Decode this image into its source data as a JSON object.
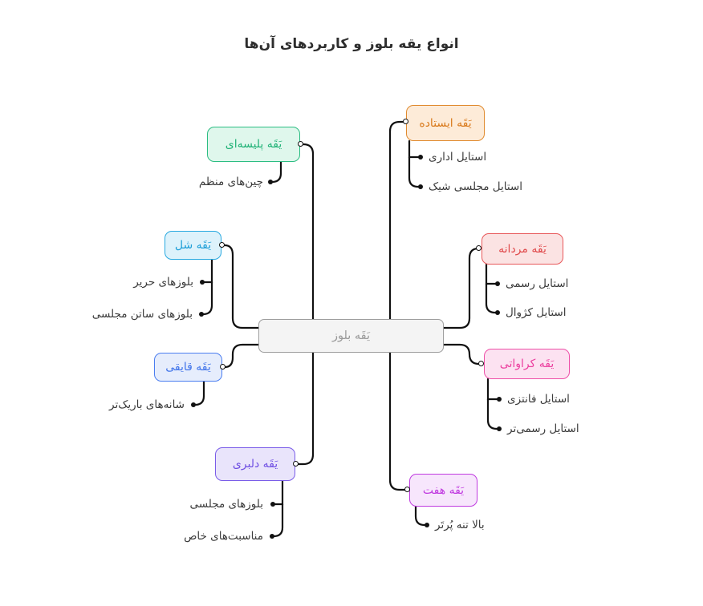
{
  "title": "انواع یقه بلوز و کاربردهای آن‌ها",
  "central": {
    "label": "یَقَه بلوز",
    "fill": "#f4f4f4",
    "stroke": "#9e9e9e",
    "text": "#9a9a9a"
  },
  "branches": [
    {
      "id": "standing-collar",
      "label": "یَقَه ایستاده",
      "fill": "#fdebd8",
      "stroke": "#e08a2e",
      "text": "#d97a1c",
      "side": "right",
      "children": [
        {
          "label": "استایل اداری"
        },
        {
          "label": "استایل مجلسی شیک"
        }
      ]
    },
    {
      "id": "pleated-collar",
      "label": "یَقَه پلیسه‌ای",
      "fill": "#dff7ec",
      "stroke": "#2bbd82",
      "text": "#23b378",
      "side": "left",
      "children": [
        {
          "label": "چین‌های منظم"
        }
      ]
    },
    {
      "id": "loose-collar",
      "label": "یَقَه شل",
      "fill": "#ddf2fb",
      "stroke": "#29a9e0",
      "text": "#1f9fd8",
      "side": "left",
      "children": [
        {
          "label": "بلوزهای حریر"
        },
        {
          "label": "بلوزهای ساتن مجلسی"
        }
      ]
    },
    {
      "id": "boat-collar",
      "label": "یَقَه قایقی",
      "fill": "#e6edfc",
      "stroke": "#4a7df0",
      "text": "#3f73ea",
      "side": "left",
      "children": [
        {
          "label": "شانه‌های باریک‌تر"
        }
      ]
    },
    {
      "id": "sweetheart-collar",
      "label": "یَقَه دلبری",
      "fill": "#e9e4fb",
      "stroke": "#7a5ce8",
      "text": "#6f4fe3",
      "side": "left",
      "children": [
        {
          "label": "بلوزهای مجلسی"
        },
        {
          "label": "مناسبت‌های خاص"
        }
      ]
    },
    {
      "id": "mens-collar",
      "label": "یَقَه مردانه",
      "fill": "#fbe3e3",
      "stroke": "#e8585a",
      "text": "#e04a4c",
      "side": "right",
      "children": [
        {
          "label": "استایل رسمی"
        },
        {
          "label": "استایل کژوال"
        }
      ]
    },
    {
      "id": "tie-collar",
      "label": "یَقَه کراواتی",
      "fill": "#fce2f1",
      "stroke": "#ee4fa8",
      "text": "#ec3f9f",
      "side": "right",
      "children": [
        {
          "label": "استایل فانتزی"
        },
        {
          "label": "استایل رسمی‌تر"
        }
      ]
    },
    {
      "id": "v-collar",
      "label": "یَقَه هفت",
      "fill": "#f7e6fc",
      "stroke": "#b martyr",
      "text": "#c03ae0",
      "side": "right",
      "children": [
        {
          "label": "بالا تنه پُرتَر"
        }
      ]
    }
  ],
  "connector_color": "#111111"
}
